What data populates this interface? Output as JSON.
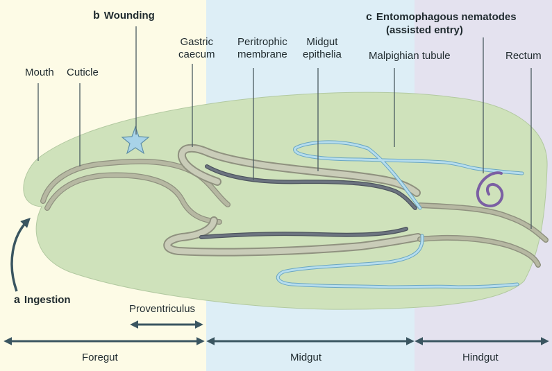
{
  "labels": {
    "ingestion": {
      "letter": "a",
      "text": "Ingestion"
    },
    "wounding": {
      "letter": "b",
      "text": "Wounding"
    },
    "nematodes": {
      "letter": "c",
      "line1": "Entomophagous nematodes",
      "line2": "(assisted entry)"
    },
    "mouth": "Mouth",
    "cuticle": "Cuticle",
    "gastric_caecum": {
      "line1": "Gastric",
      "line2": "caecum"
    },
    "peritrophic_membrane": {
      "line1": "Peritrophic",
      "line2": "membrane"
    },
    "midgut_epithelia": {
      "line1": "Midgut",
      "line2": "epithelia"
    },
    "malpighian_tubule": "Malpighian tubule",
    "rectum": "Rectum",
    "proventriculus": "Proventriculus"
  },
  "regions": {
    "foregut": "Foregut",
    "midgut": "Midgut",
    "hindgut": "Hindgut"
  },
  "colors": {
    "foregut_bg": "#fdfbe6",
    "midgut_bg": "#ddeef6",
    "hindgut_bg": "#e4e2ef",
    "body_fill": "#cfe2bb",
    "gut_tube": "#b6b8a2",
    "membrane": "#5e6570",
    "malpighian": "#a9d2e6",
    "arrow": "#3a5560",
    "nematode": "#7b5fa3"
  }
}
